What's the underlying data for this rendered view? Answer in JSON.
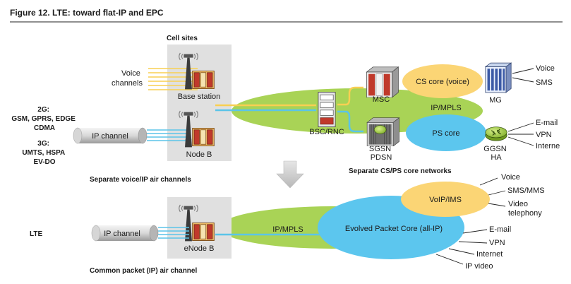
{
  "title": "Figure 12. LTE: toward flat-IP and EPC",
  "colors": {
    "green_cloud": "#a9d356",
    "blue_cloud": "#5cc6ee",
    "yellow_cloud": "#fbd575",
    "gray_box": "#e0e0e0",
    "yellow_line": "#f8cf52",
    "blue_line": "#5bc4e8"
  },
  "top": {
    "cell_sites": "Cell sites",
    "voice_channels": [
      "Voice",
      "channels"
    ],
    "gen_2g": [
      "2G:",
      "GSM, GPRS, EDGE",
      "CDMA"
    ],
    "gen_3g": [
      "3G:",
      "UMTS, HSPA",
      "EV-DO"
    ],
    "ip_channel": "IP channel",
    "base_station": "Base station",
    "node_b": "Node B",
    "bsc_rnc": "BSC/RNC",
    "msc": "MSC",
    "ip_mpls": "IP/MPLS",
    "cs_core": "CS core (voice)",
    "ps_core": "PS core",
    "mg": "MG",
    "sgsn_pdsn": [
      "SGSN",
      "PDSN"
    ],
    "ggsn_ha": [
      "GGSN",
      "HA"
    ],
    "outputs_cs": [
      "Voice",
      "SMS"
    ],
    "outputs_ps": [
      "E-mail",
      "VPN",
      "Interne"
    ],
    "caption_left": "Separate voice/IP air channels",
    "caption_right": "Separate CS/PS core networks"
  },
  "bottom": {
    "lte": "LTE",
    "ip_channel": "IP channel",
    "enode_b": "eNode B",
    "ip_mpls": "IP/MPLS",
    "epc": "Evolved Packet Core (all-IP)",
    "voip_ims": "VoIP/IMS",
    "outputs_ims": [
      "Voice",
      "SMS/MMS",
      "Video",
      "telephony"
    ],
    "outputs_epc": [
      "E-mail",
      "VPN",
      "Internet",
      "IP video"
    ],
    "caption": "Common packet (IP) air channel"
  },
  "icons": [
    "cell-tower-icon",
    "radio-cabinet-icon",
    "switch-rack-icon",
    "router-icon",
    "down-arrow-icon"
  ]
}
